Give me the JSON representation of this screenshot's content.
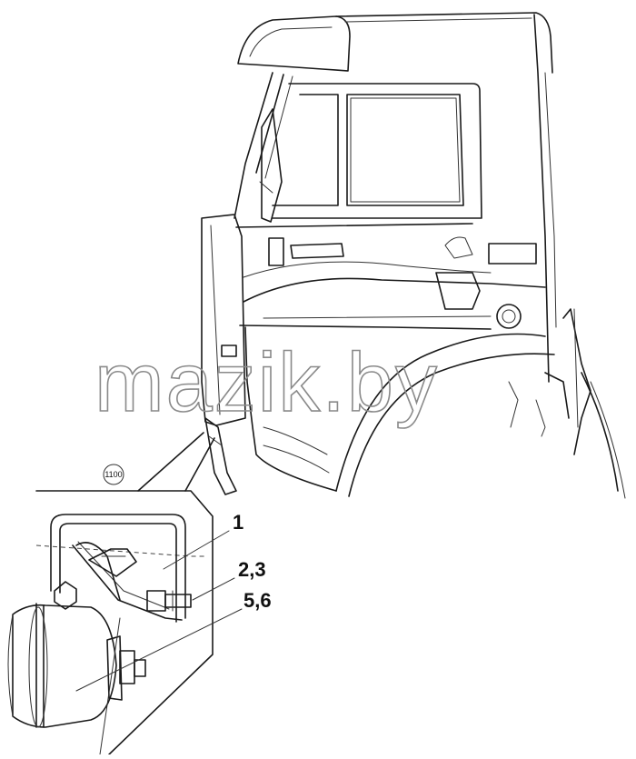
{
  "figure": {
    "callouts": [
      {
        "id": "c1",
        "label": "1"
      },
      {
        "id": "c23",
        "label": "2,3"
      },
      {
        "id": "c56",
        "label": "5,6"
      }
    ],
    "view_reference": "1100",
    "watermark": "mazik.by"
  }
}
